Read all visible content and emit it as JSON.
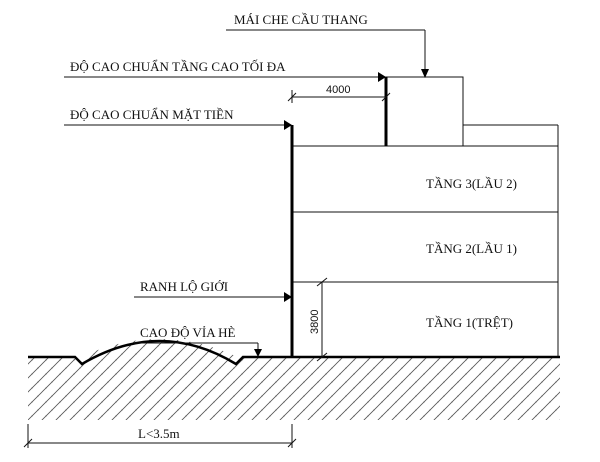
{
  "labels": {
    "stair_roof": "MÁI CHE CẦU THANG",
    "max_height": "ĐỘ CAO CHUẨN TẦNG CAO TỐI ĐA",
    "facade_height": "ĐỘ CAO CHUẨN MẶT TIỀN",
    "boundary": "RANH LỘ GIỚI",
    "sidewalk": "CAO ĐỘ VỈA HÈ"
  },
  "floors": {
    "floor3": "TẦNG 3(LẦU 2)",
    "floor2": "TẦNG 2(LẦU 1)",
    "floor1": "TẦNG 1(TRỆT)"
  },
  "dimensions": {
    "setback": "4000",
    "floor_height": "3800",
    "sidewalk_width": "L<3.5m"
  }
}
